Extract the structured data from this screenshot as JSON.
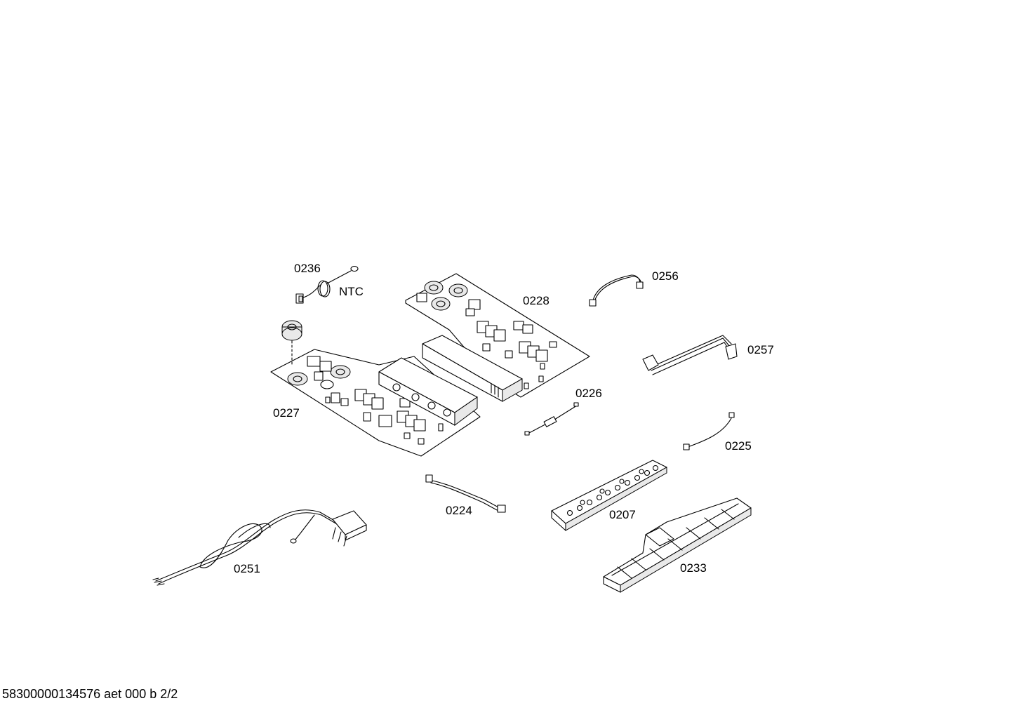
{
  "parts": [
    {
      "id": "0236",
      "label": "0236"
    },
    {
      "id": "ntc",
      "label": "NTC"
    },
    {
      "id": "0228",
      "label": "0228"
    },
    {
      "id": "0256",
      "label": "0256"
    },
    {
      "id": "0257",
      "label": "0257"
    },
    {
      "id": "0227",
      "label": "0227"
    },
    {
      "id": "0226",
      "label": "0226"
    },
    {
      "id": "0225",
      "label": "0225"
    },
    {
      "id": "0224",
      "label": "0224"
    },
    {
      "id": "0207",
      "label": "0207"
    },
    {
      "id": "0251",
      "label": "0251"
    },
    {
      "id": "0233",
      "label": "0233"
    }
  ],
  "footer": {
    "document_id": "58300000134576 aet 000 b 2/2"
  }
}
